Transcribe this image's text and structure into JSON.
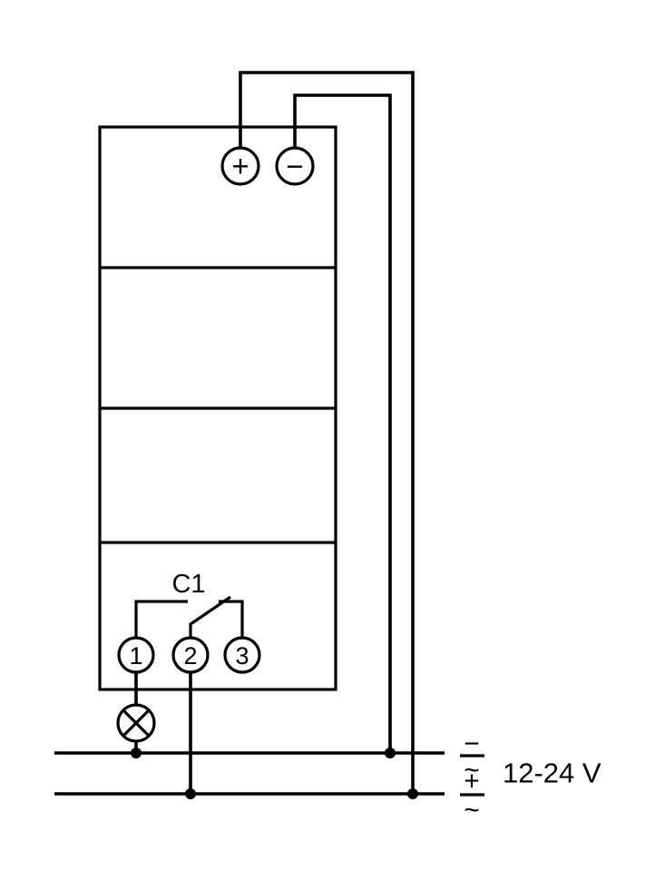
{
  "device": {
    "power_terminals": {
      "plus_label": "+",
      "minus_label": "−"
    },
    "contact": {
      "label": "C1"
    },
    "output_terminals": {
      "t1": "1",
      "t2": "2",
      "t3": "3"
    }
  },
  "supply": {
    "voltage_label": "12-24 V",
    "top_line": {
      "polarity_mark": "−",
      "ac_mark": "~"
    },
    "bottom_line": {
      "polarity_mark": "+",
      "ac_mark": "~"
    }
  },
  "icons": {
    "load": "lamp-icon"
  },
  "colors": {
    "line": "#000000",
    "background": "#ffffff"
  }
}
